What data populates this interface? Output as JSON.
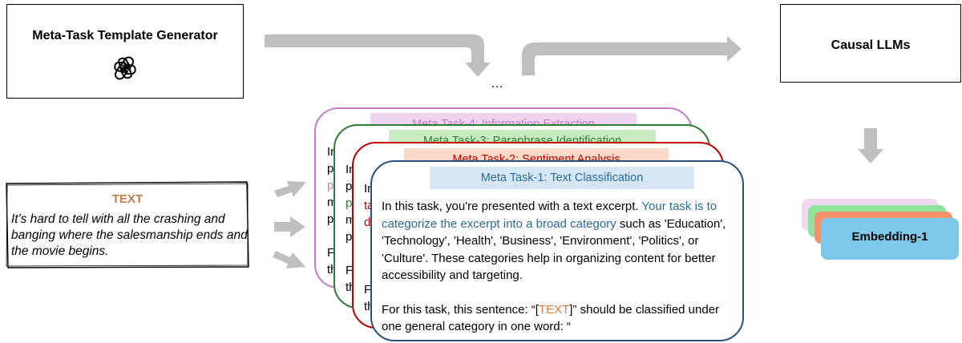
{
  "generator": {
    "title": "Meta-Task Template Generator",
    "logo_icon": "openai-logo-icon"
  },
  "llm": {
    "title": "Causal LLMs"
  },
  "ellipsis": "…",
  "input": {
    "label": "TEXT",
    "sentence": "It's hard to tell with all the crashing and banging where the salesmanship ends and the movie begins."
  },
  "tasks": [
    {
      "title": "Meta Task-1: Text Classification",
      "border": "#2a4f7c",
      "header_bg": "#d7e6f3",
      "header_color": "#2a6a9c"
    },
    {
      "title": "Meta Task-2: Sentiment Analysis",
      "border": "#c00000",
      "header_bg": "#fbd9c8",
      "header_color": "#c00000"
    },
    {
      "title": "Meta Task-3: Paraphrase Identification",
      "border": "#2e7d32",
      "header_bg": "#c9ecc3",
      "header_color": "#2e7d32"
    },
    {
      "title": "Meta Task-4: Information Extraction",
      "border": "#c47ac9",
      "header_bg": "#efd4ef",
      "header_color": "#c47ac9"
    }
  ],
  "fragments": {
    "task4": {
      "lines": [
        "In",
        "p",
        "p",
        "m",
        "p",
        "",
        "Fo",
        "th"
      ]
    },
    "task3": {
      "lines": [
        "In",
        "p",
        "p",
        "m",
        "p",
        "",
        "Fo",
        "th"
      ]
    },
    "task2": {
      "lines": [
        "In",
        "ta",
        "d",
        "",
        "",
        "",
        "F",
        "th"
      ]
    }
  },
  "task1_body": {
    "line1_plain": "In this task, you're presented with a text excerpt. ",
    "line1_highlight": "Your task is to categorize the excerpt into a broad category",
    "line1_rest": " such as 'Education', 'Technology', 'Health', 'Business', 'Environment', 'Politics', or 'Culture'. These categories help in organizing content for better accessibility and targeting.",
    "line2_pre": "For this task, this sentence: “[",
    "line2_placeholder": "TEXT",
    "line2_post": "]” should be classified under one general category in one word: “"
  },
  "embeddings": {
    "label": "Embedding-1",
    "colors": [
      "#f2d7f0",
      "#8fe39a",
      "#f3926c",
      "#7ec8ea"
    ]
  }
}
